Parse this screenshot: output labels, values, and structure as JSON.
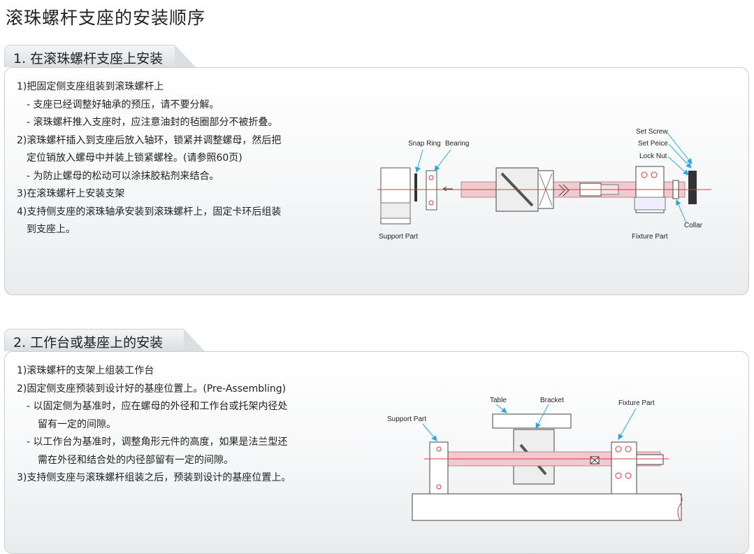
{
  "page_title": "滚珠螺杆支座的安装顺序",
  "section1": {
    "title": "1. 在滚珠螺杆支座上安装",
    "lines": [
      "1)把固定侧支座组装到滚珠螺杆上",
      "- 支座已经调整好轴承的预压，请不要分解。",
      "- 滚珠螺杆推入支座时，应注意油封的毡圈部分不被折叠。",
      "2)滚珠螺杆插入到支座后放入轴环，锁紧并调整螺母，然后把",
      "定位销放入螺母中并装上锁紧螺栓。(请参照60页)",
      "- 为防止螺母的松动可以涂抹胶粘剂来结合。",
      "3)在滚珠螺杆上安装支架",
      "4)支持侧支座的滚珠轴承安装到滚珠螺杆上，固定卡环后组装",
      "到支座上。"
    ],
    "diagram_labels": {
      "snap_ring": "Snap Ring",
      "bearing": "Bearing",
      "set_screw": "Set Screw",
      "set_peice": "Set Peice",
      "lock_nut": "Lock Nut",
      "collar": "Collar",
      "support_part": "Support Part",
      "fixture_part": "Fixture Part"
    }
  },
  "section2": {
    "title": "2. 工作台或基座上的安装",
    "lines": [
      "1)滚珠螺杆的支架上组装工作台",
      "2)固定侧支座预装到设计好的基座位置上。(Pre-Assembling)",
      "- 以固定侧为基准时，应在螺母的外径和工作台或托架内径处",
      "留有一定的间隙。",
      "- 以工作台为基准时，调整角形元件的高度，如果是法兰型还",
      "需在外径和结合处的内径部留有一定的间隙。",
      "3)支持侧支座与滚珠螺杆组装之后，预装到设计的基座位置上。"
    ],
    "diagram_labels": {
      "table": "Table",
      "bracket": "Bracket",
      "fixture_part": "Fixture Part",
      "support_part": "Support Part"
    }
  },
  "colors": {
    "accent_line": "#e0344a",
    "arrow_blue": "#2aa7e0",
    "shaft_pink": "#f1c9cf"
  }
}
